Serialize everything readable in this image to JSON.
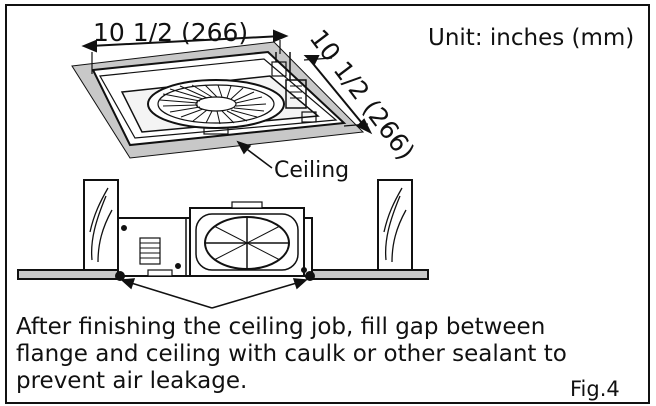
{
  "figure": {
    "unit_label": "Unit: inches (mm)",
    "dim_width": "10 1/2 (266)",
    "dim_depth": "10 1/2 (266)",
    "ceiling_label": "Ceiling",
    "note_lines": [
      "After finishing the ceiling job, fill gap between",
      "flange and ceiling with caulk or other sealant to",
      "prevent air leakage."
    ],
    "fig_label": "Fig.4"
  },
  "colors": {
    "ceiling_fill": "#c8c8c8",
    "line": "#111111"
  }
}
